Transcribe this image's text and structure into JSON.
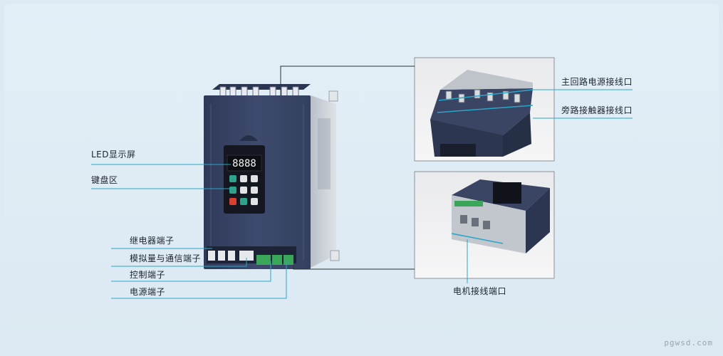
{
  "labels": {
    "led_display": "LED显示屏",
    "keypad_area": "键盘区",
    "relay_terminal": "继电器端子",
    "analog_comm_terminal": "模拟量与通信端子",
    "control_terminal": "控制端子",
    "power_terminal": "电源端子",
    "main_circuit_power_port": "主回路电源接线口",
    "bypass_contactor_port": "旁路接触器接线口",
    "motor_port": "电机接线端口"
  },
  "display": {
    "digits": "8888"
  },
  "watermark": "pgwsd.com",
  "colors": {
    "background": "#dde9f2",
    "device_body": "#3a4566",
    "device_side": "#c8cdd3",
    "leader_line": "#2a2f36",
    "blue_line": "#2aa6c8",
    "terminal_green": "#3aa65a"
  }
}
